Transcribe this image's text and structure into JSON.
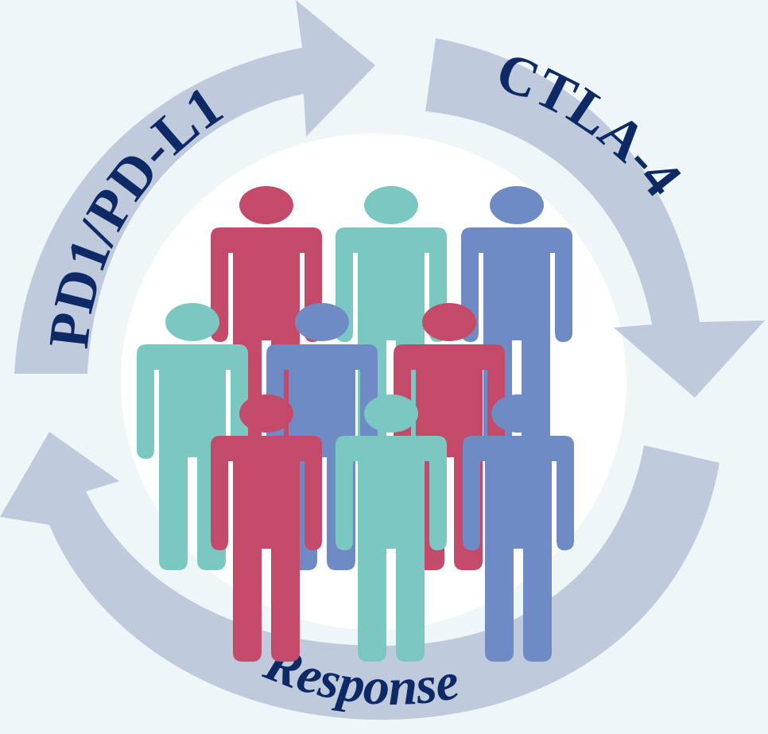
{
  "diagram": {
    "type": "cycle",
    "labels": {
      "top_left_arrow": "PD1/PD-L1",
      "top_right_arrow": "CTLA-4",
      "bottom_arrow": "Response"
    },
    "center": {
      "description": "group of people",
      "figure_count": 9,
      "figure_colors": [
        "#c34b69",
        "#7bc8c2",
        "#6f8bc6"
      ]
    },
    "colors": {
      "background": "#eff6f7",
      "arrow": "#bfcadd",
      "circle": "#ffffff",
      "text": "#0d2a66"
    }
  }
}
